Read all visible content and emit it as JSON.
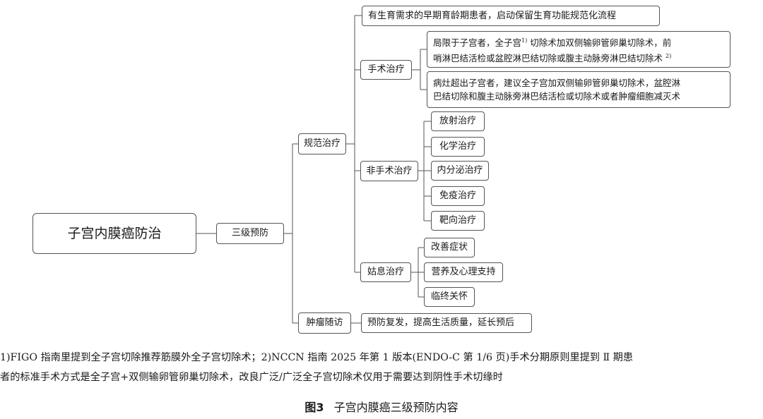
{
  "nodes": {
    "root": "子宫内膜癌防治",
    "tier": "三级预防",
    "standard": "规范治疗",
    "follow_up": "肿瘤随访",
    "fertility": "有生育需求的早期育龄期患者，启动保留生育功能规范化流程",
    "surgery": "手术治疗",
    "surgery_a": {
      "line1_pre": "局限于子宫者，全子宫",
      "ref1": "1)",
      "line1_post": " 切除术加双侧输卵管卵巢切除术，前",
      "line2": "哨淋巴结活检或盆腔淋巴结切除或腹主动脉旁淋巴结切除术",
      "ref2": "2)"
    },
    "surgery_b": {
      "line1": "病灶超出子宫者，建议全子宫加双侧输卵管卵巢切除术，盆腔淋",
      "line2": "巴结切除和腹主动脉旁淋巴结活检或切除术或者肿瘤细胞减灭术"
    },
    "non_surgery": "非手术治疗",
    "radiation": "放射治疗",
    "chemo": "化学治疗",
    "endocrine": "内分泌治疗",
    "immuno": "免疫治疗",
    "targeted": "靶向治疗",
    "palliative": "姑息治疗",
    "symptom": "改善症状",
    "nutrition": "营养及心理支持",
    "hospice": "临终关怀",
    "follow_up_goal": "预防复发，提高生活质量，延长预后"
  },
  "footnote": {
    "line1": "1)FIGO 指南里提到全子宫切除推荐筋膜外全子宫切除术；2)NCCN 指南 2025 年第 1 版本(ENDO-C 第 1/6 页)手术分期原则里提到 Ⅱ 期患",
    "line2": "者的标准手术方式是全子宫+双侧输卵管卵巢切除术，改良广泛/广泛全子宫切除术仅用于需要达到阴性手术切缘时"
  },
  "caption": {
    "number": "图3",
    "title": "子宫内膜癌三级预防内容"
  }
}
